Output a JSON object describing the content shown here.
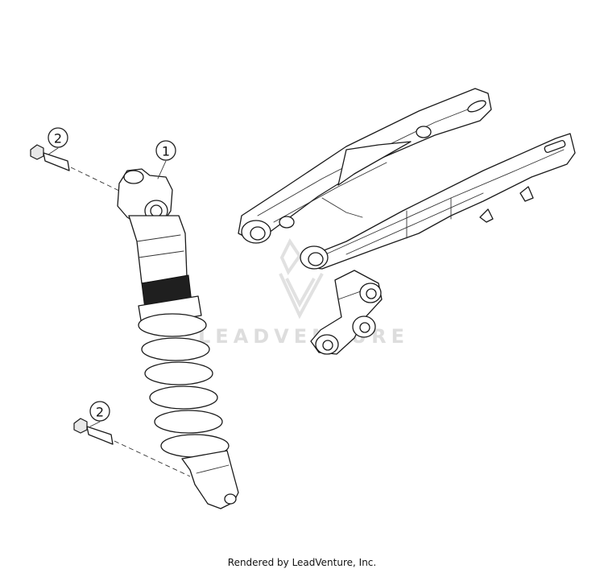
{
  "callouts": [
    {
      "number": "1",
      "part": "shock-absorber"
    },
    {
      "number": "2",
      "part": "upper-screw"
    },
    {
      "number": "2",
      "part": "lower-screw"
    }
  ],
  "watermark": "LEADVENTURE",
  "footer": "Rendered by LeadVenture, Inc."
}
